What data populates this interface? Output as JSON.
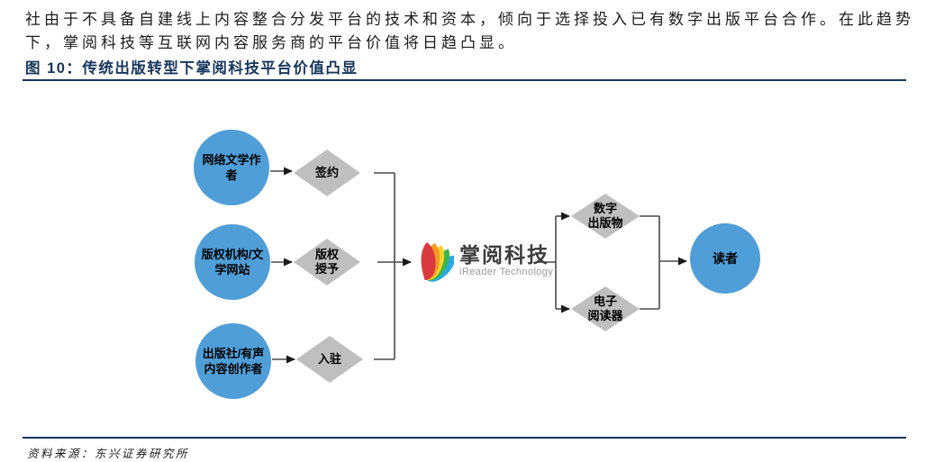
{
  "page": {
    "paragraph": [
      "社由于不具备自建线上内容整合分发平台的技术和资本，倾向于选择投入已有数字出版平台合作。在此趋势",
      "下，掌阅科技等互联网内容服务商的平台价值将日趋凸显。"
    ],
    "figure_title": "图 10：传统出版转型下掌阅科技平台价值凸显",
    "source_note": "资料来源：东兴证券研究所"
  },
  "diagram": {
    "sources": [
      {
        "name_lines": [
          "网络文学作",
          "者"
        ],
        "action_lines": [
          "签约"
        ]
      },
      {
        "name_lines": [
          "版权机构/文",
          "学网站"
        ],
        "action_lines": [
          "版权",
          "授予"
        ]
      },
      {
        "name_lines": [
          "出版社/有声",
          "内容创作者"
        ],
        "action_lines": [
          "入驻"
        ]
      }
    ],
    "platform": {
      "name": "掌阅科技",
      "subtitle": "iReader Technology"
    },
    "outputs": [
      {
        "lines": [
          "数字",
          "出版物"
        ]
      },
      {
        "lines": [
          "电子",
          "阅读器"
        ]
      }
    ],
    "reader": "读者"
  },
  "colors": {
    "accent_navy": "#17365D",
    "node_blue": "#4F9ED8",
    "diamond_gray": "#BFBFBF",
    "connector_gray": "#4a4a4a",
    "logo_red": "#D93A3F",
    "logo_orange": "#F59A23",
    "logo_yellow": "#F5D327",
    "logo_green": "#39B54A",
    "logo_blue": "#2BAAE2"
  }
}
